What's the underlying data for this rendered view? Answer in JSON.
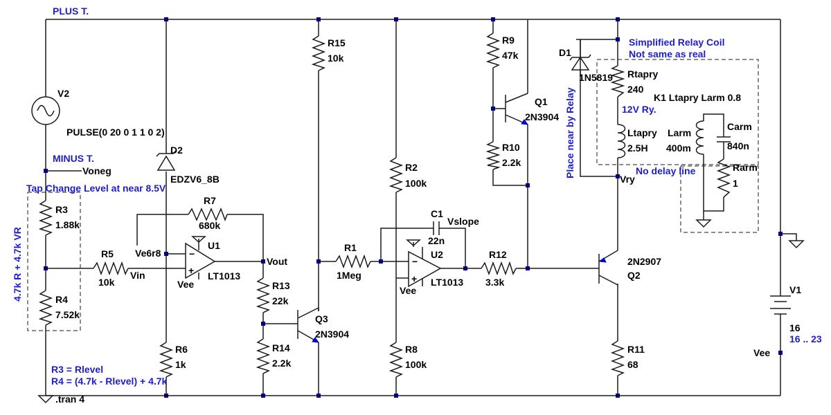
{
  "nets": {
    "plus": "PLUS T.",
    "minus": "MINUS T.",
    "voneg": "Voneg",
    "vin": "Vin",
    "ve6r8": "Ve6r8",
    "vout": "Vout",
    "vslope": "Vslope",
    "vry": "Vry",
    "vee_u1": "Vee",
    "vee_u2": "Vee",
    "vee_v1": "Vee"
  },
  "components": {
    "V2": {
      "name": "V2",
      "value": "PULSE(0 20 0 1 1 0 2)"
    },
    "D2": {
      "name": "D2",
      "value": "EDZV6_8B"
    },
    "R3": {
      "name": "R3",
      "value": "1.88k"
    },
    "R4": {
      "name": "R4",
      "value": "7.52k"
    },
    "R5": {
      "name": "R5",
      "value": "10k"
    },
    "R7": {
      "name": "R7",
      "value": "680k"
    },
    "U1": {
      "name": "U1",
      "value": "LT1013"
    },
    "R6": {
      "name": "R6",
      "value": "1k"
    },
    "R13": {
      "name": "R13",
      "value": "22k"
    },
    "R14": {
      "name": "R14",
      "value": "2.2k"
    },
    "Q3": {
      "name": "Q3",
      "value": "2N3904"
    },
    "R15": {
      "name": "R15",
      "value": "10k"
    },
    "R1": {
      "name": "R1",
      "value": "1Meg"
    },
    "R2": {
      "name": "R2",
      "value": "100k"
    },
    "R8": {
      "name": "R8",
      "value": "100k"
    },
    "C1": {
      "name": "C1",
      "value": "22n"
    },
    "U2": {
      "name": "U2",
      "value": "LT1013"
    },
    "R12": {
      "name": "R12",
      "value": "3.3k"
    },
    "R9": {
      "name": "R9",
      "value": "47k"
    },
    "R10": {
      "name": "R10",
      "value": "2.2k"
    },
    "Q1": {
      "name": "Q1",
      "value": "2N3904"
    },
    "D1": {
      "name": "D1",
      "value": "1N5819"
    },
    "Rtapry": {
      "name": "Rtapry",
      "value": "240"
    },
    "Ltapry": {
      "name": "Ltapry",
      "value": "2.5H"
    },
    "Larm": {
      "name": "Larm",
      "value": "400m"
    },
    "Carm": {
      "name": "Carm",
      "value": "840n"
    },
    "Rarm": {
      "name": "Rarm",
      "value": "1"
    },
    "Q2": {
      "name": "Q2",
      "value": "2N2907"
    },
    "R11": {
      "name": "R11",
      "value": "68"
    },
    "V1": {
      "name": "V1",
      "value": "16",
      "range": "16 .. 23"
    }
  },
  "annotations": {
    "tap_change": "Tap Change Level at near 8.5V",
    "vr_note": "4.7k R + 4.7k VR",
    "r3_eq": "R3 = Rlevel",
    "r4_eq": "R4 = (4.7k - Rlevel) + 4.7k",
    "tran": ".tran 4",
    "relay_line1": "Simplified Relay Coil",
    "relay_line2": "Not same as real",
    "coupling": "K1 Ltapry Larm 0.8",
    "relay_type": "12V Ry.",
    "no_delay": "No delay line",
    "place_near": "Place near by Relay"
  },
  "colors": {
    "wire": "#1a1a1a",
    "junction": "#000080",
    "annotation": "#1e1ec8"
  }
}
